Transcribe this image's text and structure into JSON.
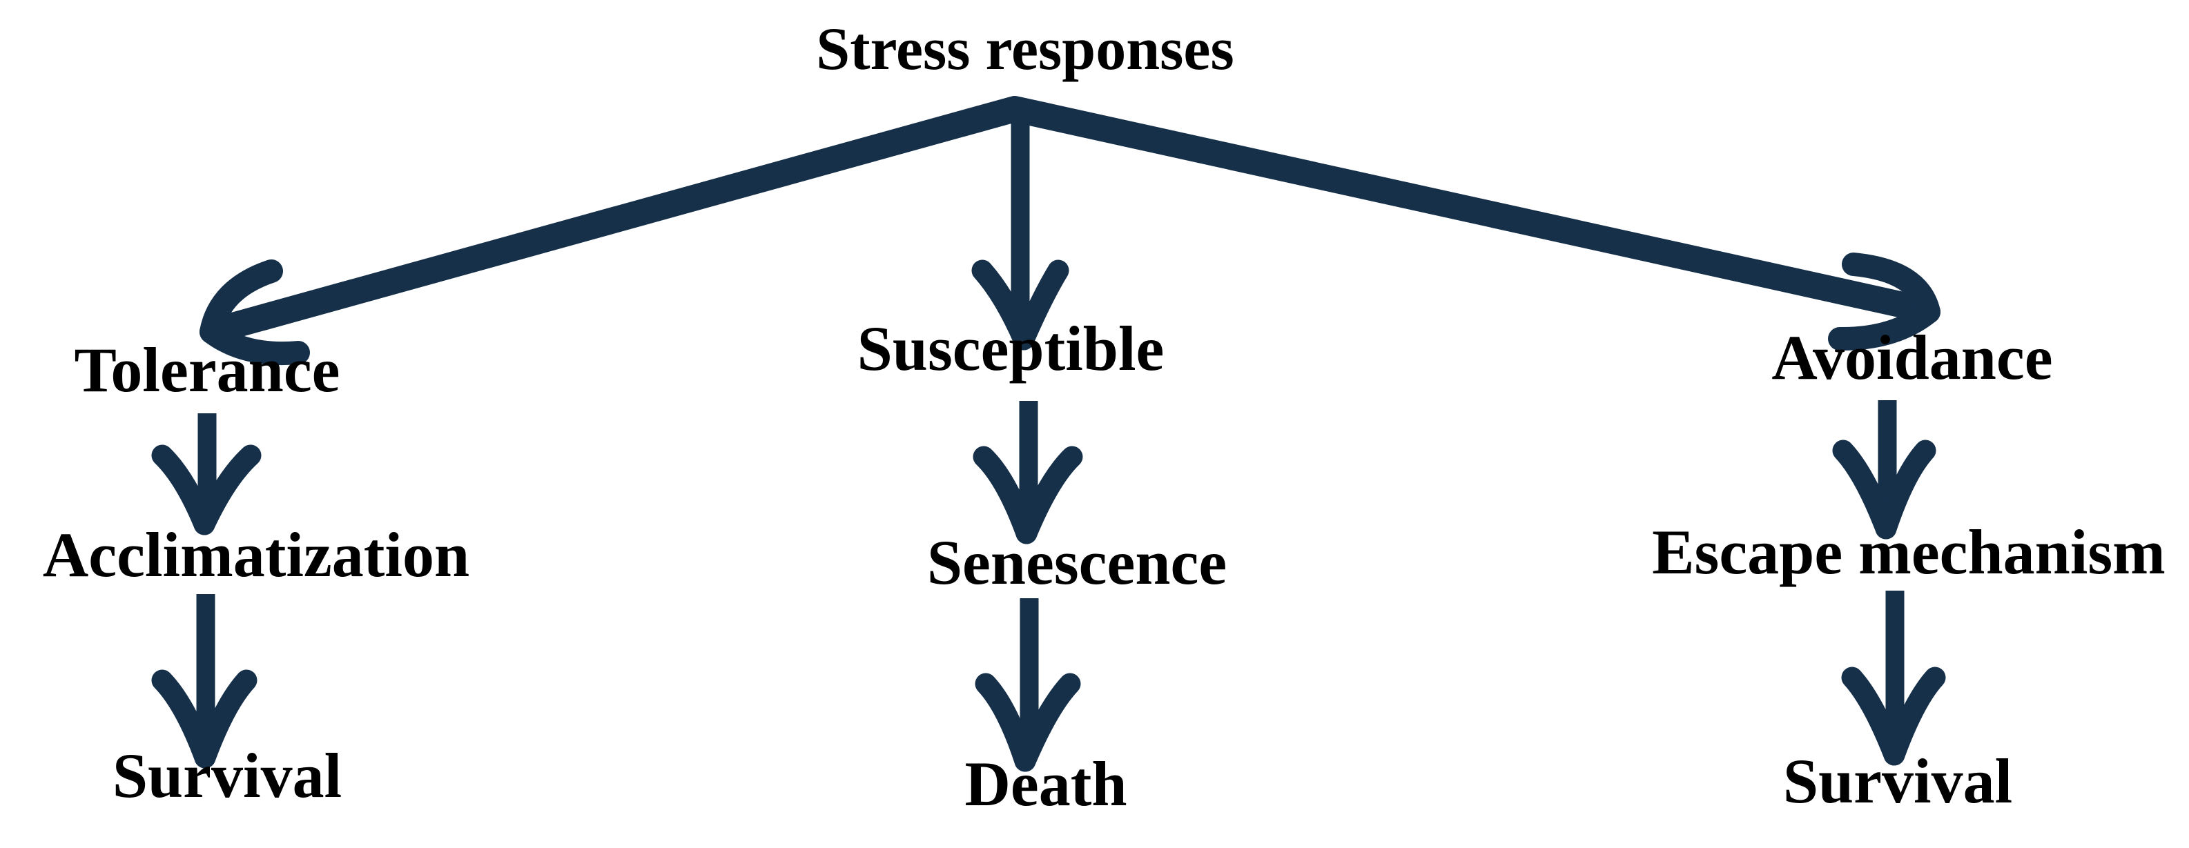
{
  "figure": {
    "type": "flowchart",
    "title": "Stress responses",
    "columns": [
      {
        "level1": "Tolerance",
        "level2": "Acclimatization",
        "outcome": "Survival"
      },
      {
        "level1": "Susceptible",
        "level2": "Senescence",
        "outcome": "Death"
      },
      {
        "level1": "Avoidance",
        "level2": "Escape mechanism",
        "outcome": "Survival"
      }
    ],
    "edges": [
      "Stress responses -> Tolerance",
      "Stress responses -> Susceptible",
      "Stress responses -> Avoidance",
      "Tolerance -> Acclimatization",
      "Acclimatization -> Survival",
      "Susceptible -> Senescence",
      "Senescence -> Death",
      "Avoidance -> Escape mechanism",
      "Escape mechanism -> Survival"
    ],
    "colors": {
      "arrow": "#16304a",
      "text": "#000000",
      "background": "#ffffff"
    }
  }
}
